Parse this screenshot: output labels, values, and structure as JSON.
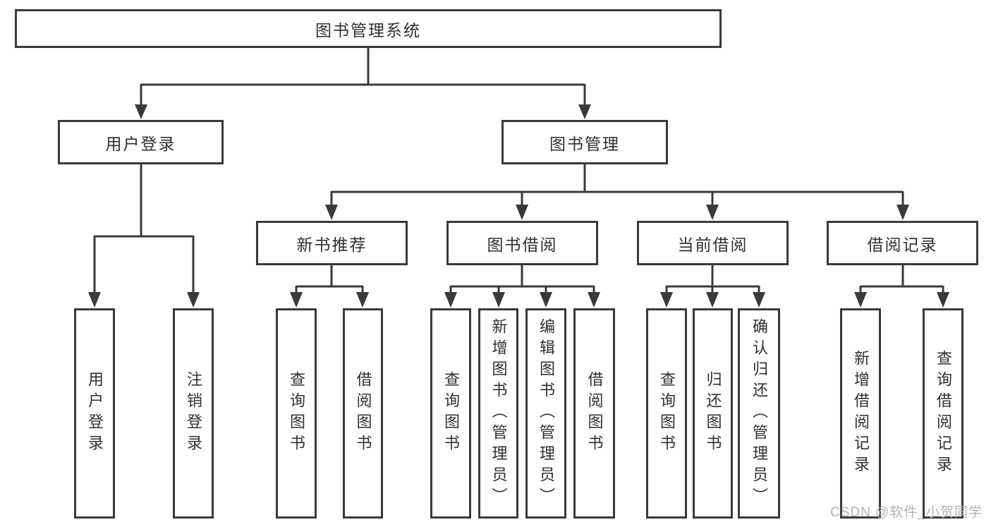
{
  "diagram": {
    "title": "图书管理系统",
    "branches": [
      {
        "label": "用户登录",
        "children": [
          {
            "label": "用户登录"
          },
          {
            "label": "注销登录"
          }
        ]
      },
      {
        "label": "图书管理",
        "children": [
          {
            "label": "新书推荐",
            "children": [
              {
                "label": "查询图书"
              },
              {
                "label": "借阅图书"
              }
            ]
          },
          {
            "label": "图书借阅",
            "children": [
              {
                "label": "查询图书"
              },
              {
                "label": "新增图书（管理员）"
              },
              {
                "label": "编辑图书（管理员）"
              },
              {
                "label": "借阅图书"
              }
            ]
          },
          {
            "label": "当前借阅",
            "children": [
              {
                "label": "查询图书"
              },
              {
                "label": "归还图书"
              },
              {
                "label": "确认归还（管理员）"
              }
            ]
          },
          {
            "label": "借阅记录",
            "children": [
              {
                "label": "新增借阅记录"
              },
              {
                "label": "查询借阅记录"
              }
            ]
          }
        ]
      }
    ]
  },
  "watermark": {
    "text": "CSDN @软件_小贺同学"
  },
  "theme": {
    "line_color": "#3a3a3a",
    "text_color": "#303030",
    "watermark_color": "#b3b3b3",
    "background_color": "#ffffff"
  }
}
